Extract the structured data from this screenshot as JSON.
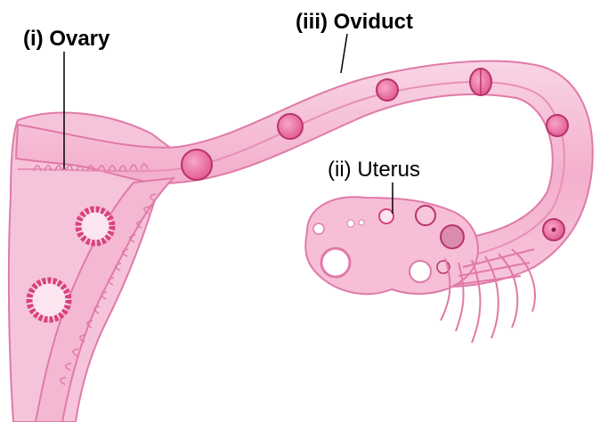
{
  "labels": {
    "ovary": "(i) Ovary",
    "oviduct": "(iii) Oviduct",
    "uterus": "(ii) Uterus"
  },
  "colors": {
    "tissue_light": "#f7c9de",
    "tissue_mid": "#f2a8c8",
    "tissue_outline": "#e07aa8",
    "lumen": "#fbe0ec",
    "cell_dark": "#d9437f",
    "cell_fill": "#f06aa0",
    "leader_line": "#000000"
  },
  "icons": {
    "diagram": "female-reproductive-tract-illustration"
  }
}
